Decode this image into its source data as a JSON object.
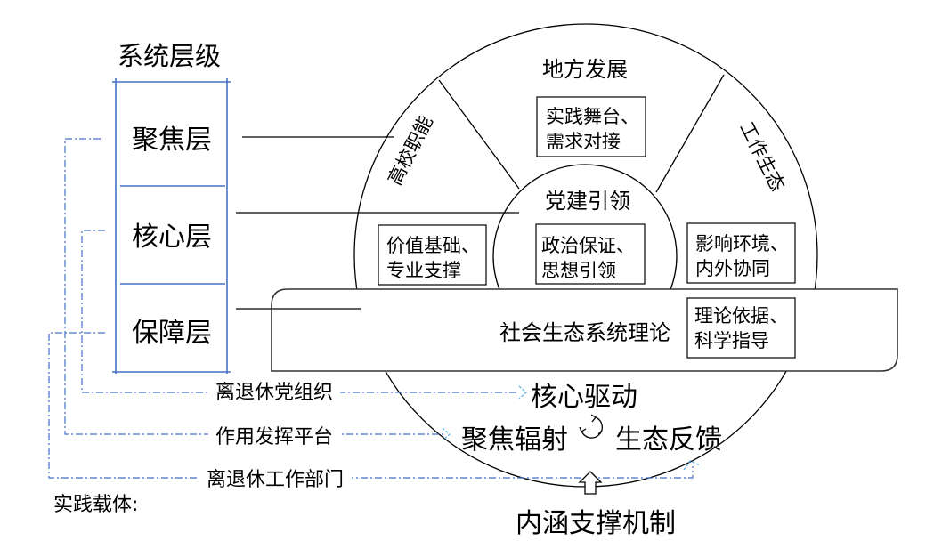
{
  "levels": {
    "title": "系统层级",
    "items": [
      "聚焦层",
      "核心层",
      "保障层"
    ]
  },
  "outer_sectors": {
    "top": "地方发展",
    "left": "高校职能",
    "right": "工作生态"
  },
  "core": "党建引领",
  "boxes": {
    "top": [
      "实践舞台、",
      "需求对接"
    ],
    "left": [
      "价值基础、",
      "专业支撑"
    ],
    "center": [
      "政治保证、",
      "思想引领"
    ],
    "right": [
      "影响环境、",
      "内外协同"
    ],
    "theory": [
      "理论依据、",
      "科学指导"
    ]
  },
  "theory_band": "社会生态系统理论",
  "mechanisms": {
    "core_drive": "核心驱动",
    "focus": "聚焦辐射",
    "feedback": "生态反馈",
    "support": "内涵支撑机制",
    "cycle_icon": "cycle-arrows-icon",
    "support_icon": "up-arrow-icon"
  },
  "carriers": {
    "title": "实践载体:",
    "items": [
      "离退休党组织",
      "作用发挥平台",
      "离退休工作部门"
    ]
  },
  "colors": {
    "level_border": "#4472c4",
    "connector": "#4472c4",
    "arrowhead": "#5ab4e6",
    "line": "#000000"
  }
}
